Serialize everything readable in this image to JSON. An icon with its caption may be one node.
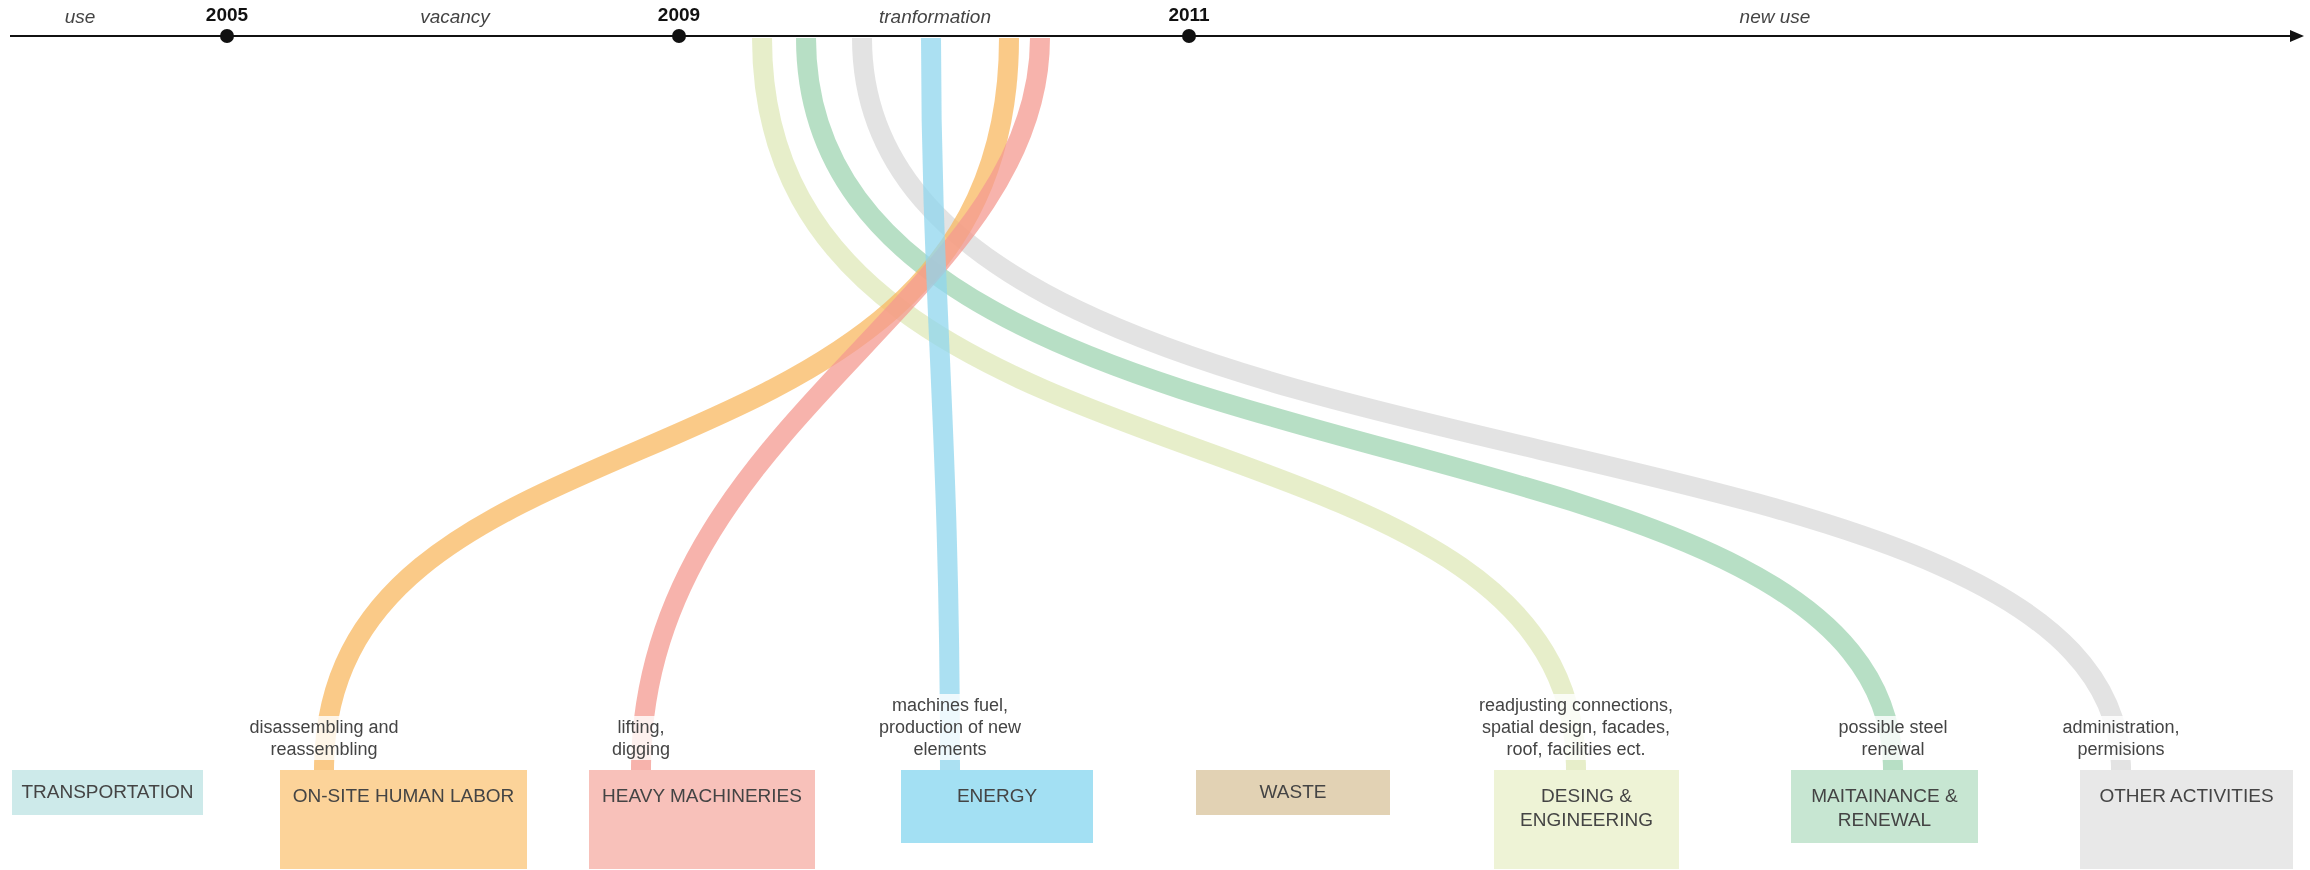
{
  "diagram": {
    "nodes": [
      {
        "text": [
          "tranformation"
        ]
      },
      {
        "text": [
          "TRANSPORTATION"
        ]
      },
      {
        "text": [
          "ON-SITE HUMAN LABOR"
        ],
        "beside": [
          "disassembling and reassembling"
        ]
      },
      {
        "text": [
          "HEAVY MACHINERIES"
        ],
        "beside": [
          "lifting, digging"
        ]
      },
      {
        "text": [
          "ENERGY"
        ],
        "beside": [
          "machines fuel, production of new elements"
        ]
      },
      {
        "text": [
          "WASTE"
        ]
      },
      {
        "text": [
          "DESING & ENGINEERING"
        ],
        "beside": [
          "readjusting connections, spatial design, facades, roof, facilities ect."
        ]
      },
      {
        "text": [
          "MAITAINANCE & RENEWAL"
        ],
        "beside": [
          "possible steel renewal"
        ]
      },
      {
        "text": [
          "OTHER ACTIVITIES"
        ],
        "beside": [
          "administration, permisions"
        ]
      }
    ],
    "edges": [
      {
        "from": 0,
        "to": 6,
        "arrow": "none",
        "color": "#dfe8b8"
      },
      {
        "from": 0,
        "to": 7,
        "arrow": "none",
        "color": "#9fd4b2"
      },
      {
        "from": 0,
        "to": 8,
        "arrow": "none",
        "color": "#d9d9d9"
      },
      {
        "from": 0,
        "to": 2,
        "arrow": "none",
        "color": "#f8b860"
      },
      {
        "from": 0,
        "to": 3,
        "arrow": "none",
        "color": "#f49a90"
      },
      {
        "from": 0,
        "to": 4,
        "arrow": "none",
        "color": "#8fd6ee"
      }
    ],
    "labels": [
      "use",
      "2005",
      "vacancy",
      "2009",
      "2011",
      "new use"
    ]
  }
}
